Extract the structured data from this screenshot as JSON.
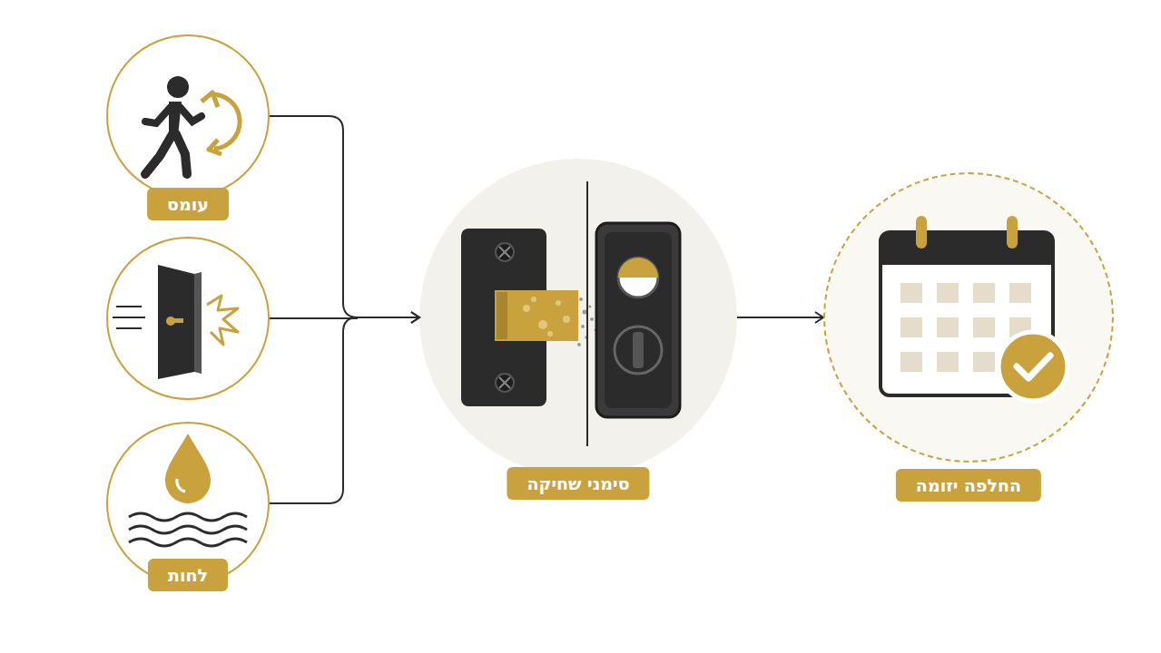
{
  "diagram": {
    "nodes": [
      {
        "text": [
          "עומס"
        ]
      },
      {
        "text": [
          "לחות"
        ]
      },
      {
        "text": [
          "סימני שחיקה"
        ]
      },
      {
        "text": [
          "החלפה יזומה"
        ]
      }
    ],
    "edges": [
      {
        "from": 0,
        "to": 2,
        "arrow": "to"
      },
      {
        "from": 1,
        "to": 2,
        "arrow": "to"
      },
      {
        "from": 2,
        "to": 3,
        "arrow": "to"
      }
    ]
  }
}
